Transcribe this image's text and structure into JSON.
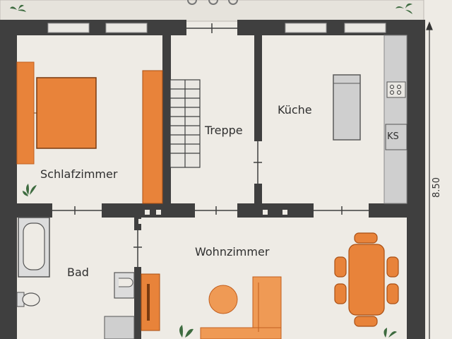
{
  "rooms": {
    "schlafzimmer": "Schlafzimmer",
    "treppe": "Treppe",
    "kueche": "Küche",
    "wohnzimmer": "Wohnzimmer",
    "bad": "Bad"
  },
  "fixtures": {
    "fridge_label": "KS"
  },
  "dimensions": {
    "depth": "8.50"
  },
  "colors": {
    "wall": "#3f3f3f",
    "floor": "#eeebe5",
    "furniture": "#e8833a",
    "fixture": "#cfcfcf",
    "plant": "#3d6b3f"
  }
}
